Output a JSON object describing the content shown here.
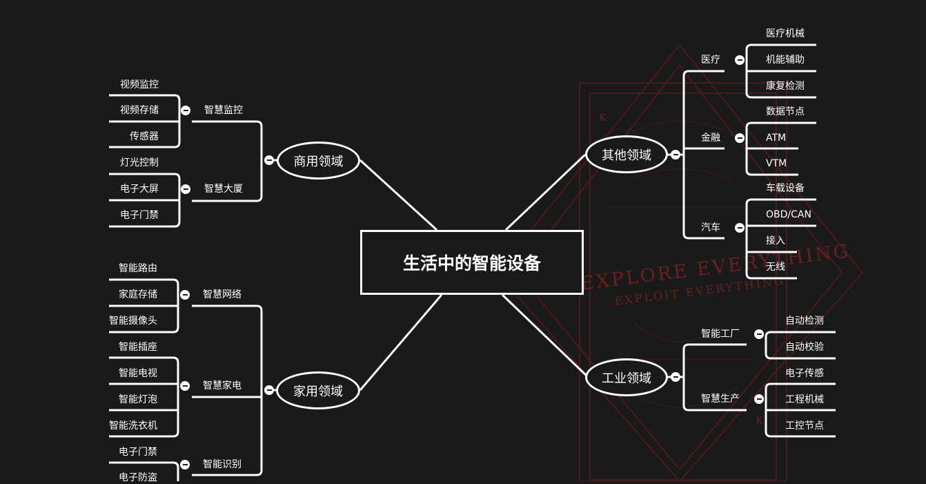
{
  "watermark": {
    "line1": "EXPLORE EVERYTHING",
    "line2": "EXPLOIT EVERYTHING",
    "card_letter": "K"
  },
  "root": {
    "label": "生活中的智能设备"
  },
  "branches": {
    "commercial": {
      "label": "商用领域",
      "groups": [
        {
          "label": "智慧监控",
          "items": [
            "视频监控",
            "视频存储",
            "传感器"
          ]
        },
        {
          "label": "智慧大厦",
          "items": [
            "灯光控制",
            "电子大屏",
            "电子门禁"
          ]
        }
      ]
    },
    "home": {
      "label": "家用领域",
      "groups": [
        {
          "label": "智慧网络",
          "items": [
            "智能路由",
            "家庭存储",
            "智能摄像头"
          ]
        },
        {
          "label": "智慧家电",
          "items": [
            "智能插座",
            "智能电视",
            "智能灯泡",
            "智能洗衣机"
          ]
        },
        {
          "label": "智能识别",
          "items": [
            "电子门禁",
            "电子防盗"
          ]
        }
      ]
    },
    "other": {
      "label": "其他领域",
      "groups": [
        {
          "label": "医疗",
          "items": [
            "医疗机械",
            "机能辅助",
            "康复检测"
          ]
        },
        {
          "label": "金融",
          "items": [
            "数据节点",
            "ATM",
            "VTM"
          ]
        },
        {
          "label": "汽车",
          "items": [
            "车载设备",
            "OBD/CAN",
            "接入",
            "无线"
          ]
        }
      ]
    },
    "industry": {
      "label": "工业领域",
      "groups": [
        {
          "label": "智能工厂",
          "items": [
            "自动检测",
            "自动校验"
          ]
        },
        {
          "label": "智慧生产",
          "items": [
            "电子传感",
            "工程机械",
            "工控节点"
          ]
        }
      ]
    }
  },
  "colors": {
    "background": "#1a1a1a",
    "line": "#ffffff",
    "watermark": "#6b1f22"
  }
}
